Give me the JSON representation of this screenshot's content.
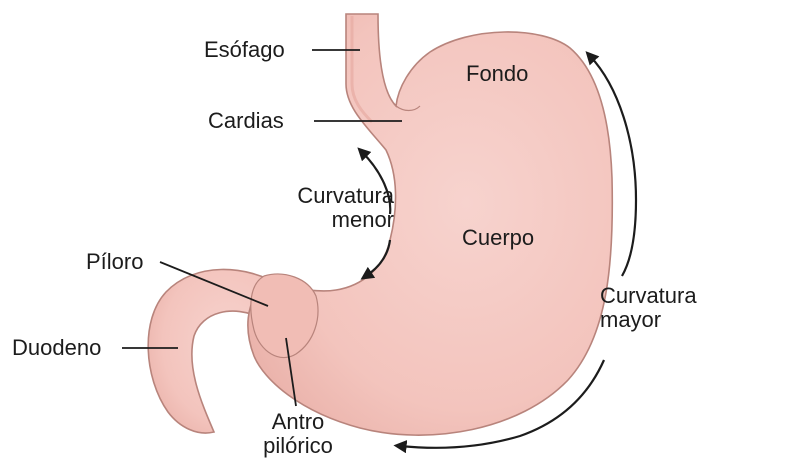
{
  "diagram": {
    "colors": {
      "organ_fill": "#f4c9c3",
      "organ_stroke": "#b8847c",
      "organ_shadow": "#e9aaa2",
      "leader_line": "#1c1c1c",
      "text": "#1c1c1c"
    },
    "labels": {
      "esofago": "Esófago",
      "cardias": "Cardias",
      "fondo": "Fondo",
      "curvatura_menor_1": "Curvatura",
      "curvatura_menor_2": "menor",
      "cuerpo": "Cuerpo",
      "piloro": "Píloro",
      "curvatura_mayor_1": "Curvatura",
      "curvatura_mayor_2": "mayor",
      "duodeno": "Duodeno",
      "antro_1": "Antro",
      "antro_2": "pilórico"
    }
  }
}
